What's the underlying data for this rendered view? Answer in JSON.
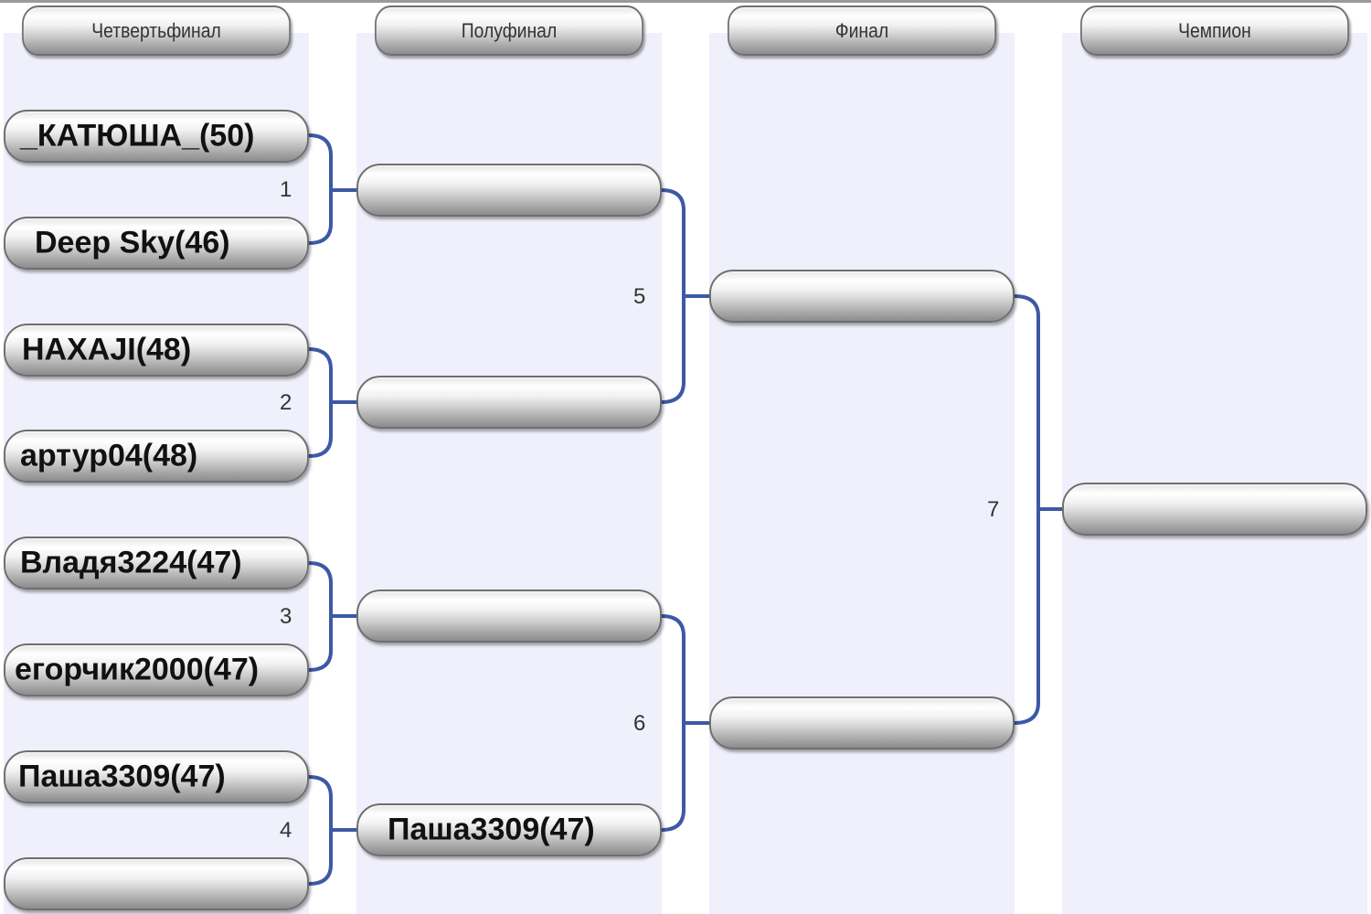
{
  "rounds": [
    {
      "label": "Четвертьфинал"
    },
    {
      "label": "Полуфинал"
    },
    {
      "label": "Финал"
    },
    {
      "label": "Чемпион"
    }
  ],
  "quarterfinal": {
    "slots": [
      "_КАТЮША_(50)",
      "Deep Sky(46)",
      "НАХАJI(48)",
      "артур04(48)",
      "Владя3224(47)",
      "егорчик2000(47)",
      "Паша3309(47)",
      ""
    ]
  },
  "semifinal": {
    "slots": [
      "",
      "",
      "",
      "Паша3309(47)"
    ]
  },
  "final": {
    "slots": [
      "",
      ""
    ]
  },
  "champion": {
    "slots": [
      ""
    ]
  },
  "matches": [
    "1",
    "2",
    "3",
    "4",
    "5",
    "6",
    "7"
  ],
  "colors": {
    "connector": "#3d58a6",
    "column_bg": "#eff0fb"
  }
}
